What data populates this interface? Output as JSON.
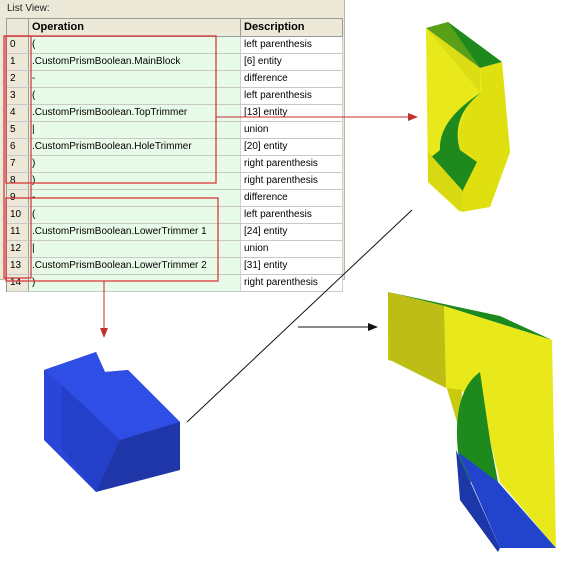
{
  "panel": {
    "title": "List View:"
  },
  "columns": {
    "index": "",
    "operation": "Operation",
    "description": "Description"
  },
  "rows": [
    {
      "index": "0",
      "operation": "(",
      "description": "left parenthesis"
    },
    {
      "index": "1",
      "operation": ".CustomPrismBoolean.MainBlock",
      "description": "[6] entity"
    },
    {
      "index": "2",
      "operation": "-",
      "description": "difference"
    },
    {
      "index": "3",
      "operation": "(",
      "description": "left parenthesis"
    },
    {
      "index": "4",
      "operation": ".CustomPrismBoolean.TopTrimmer",
      "description": "[13] entity"
    },
    {
      "index": "5",
      "operation": "|",
      "description": "union"
    },
    {
      "index": "6",
      "operation": ".CustomPrismBoolean.HoleTrimmer",
      "description": "[20] entity"
    },
    {
      "index": "7",
      "operation": ")",
      "description": "right parenthesis"
    },
    {
      "index": "8",
      "operation": ")",
      "description": "right parenthesis"
    },
    {
      "index": "9",
      "operation": "-",
      "description": "difference"
    },
    {
      "index": "10",
      "operation": "(",
      "description": "left parenthesis"
    },
    {
      "index": "11",
      "operation": ".CustomPrismBoolean.LowerTrimmer 1",
      "description": "[24] entity"
    },
    {
      "index": "12",
      "operation": "|",
      "description": "union"
    },
    {
      "index": "13",
      "operation": ".CustomPrismBoolean.LowerTrimmer 2",
      "description": "[31] entity"
    },
    {
      "index": "14",
      "operation": ")",
      "description": "right parenthesis"
    }
  ],
  "colors": {
    "highlight": "#d83a3a",
    "shape_yellow": "#e8e81a",
    "shape_green": "#1e8a1e",
    "shape_blue": "#2244cc"
  }
}
